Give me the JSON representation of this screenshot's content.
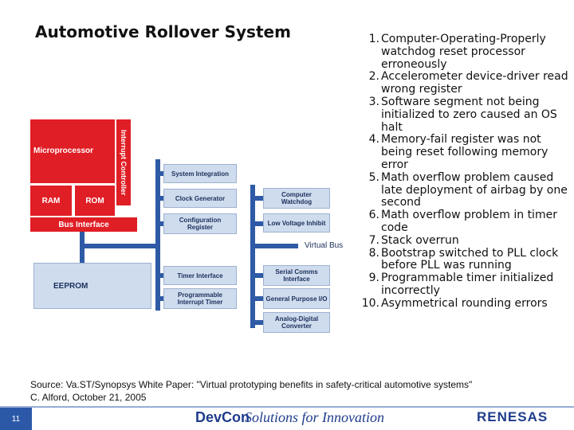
{
  "title": "Automotive Rollover System",
  "causes": [
    {
      "num": "1.",
      "text": "Computer-Operating-Properly watchdog reset processor erroneously"
    },
    {
      "num": "2.",
      "text": "Accelerometer device-driver read wrong register"
    },
    {
      "num": "3.",
      "text": "Software segment not being initialized to zero caused an OS halt"
    },
    {
      "num": "4.",
      "text": "Memory-fail register was not being reset following memory error"
    },
    {
      "num": "5.",
      "text": "Math overflow problem caused late deployment of airbag by one second"
    },
    {
      "num": "6.",
      "text": "Math overflow problem in timer code"
    },
    {
      "num": "7.",
      "text": "Stack overrun"
    },
    {
      "num": "8.",
      "text": "Bootstrap switched to PLL clock before PLL was running"
    },
    {
      "num": "9.",
      "text": "Programmable timer initialized incorrectly"
    },
    {
      "num": "10.",
      "text": "Asymmetrical rounding errors"
    }
  ],
  "diagram": {
    "microprocessor": "Microprocessor",
    "interrupt_controller": "Interrupt Controller",
    "ram": "RAM",
    "rom": "ROM",
    "bus_interface": "Bus Interface",
    "eeprom": "EEPROM",
    "virtual_bus": "Virtual Bus",
    "system_integration": "System Integration",
    "clock_generator": "Clock Generator",
    "configuration_register": "Configuration Register",
    "timer_interface": "Timer Interface",
    "programmable_interrupt_timer": "Programmable Interrupt Timer",
    "computer_watchdog": "Computer Watchdog",
    "low_voltage_inhibit": "Low Voltage Inhibit",
    "serial_comms_interface": "Serial Comms Interface",
    "general_purpose_io": "General Purpose I/O",
    "analog_digital_converter": "Analog-Digital Converter"
  },
  "source_line1": "Source: Va.ST/Synopsys White Paper: \"Virtual prototyping benefits in safety-critical automotive systems\"",
  "source_line2": "C. Alford, October 21, 2005",
  "footer": {
    "page_number": "11",
    "devcon_logo": "DevCon",
    "tagline": "Solutions for Innovation",
    "renesas_logo": "RENESAS"
  },
  "colors": {
    "red_block": "#e01e25",
    "blue_block": "#cfdcee",
    "bus": "#2e5aa6",
    "footer_blue": "#2c58a8"
  }
}
